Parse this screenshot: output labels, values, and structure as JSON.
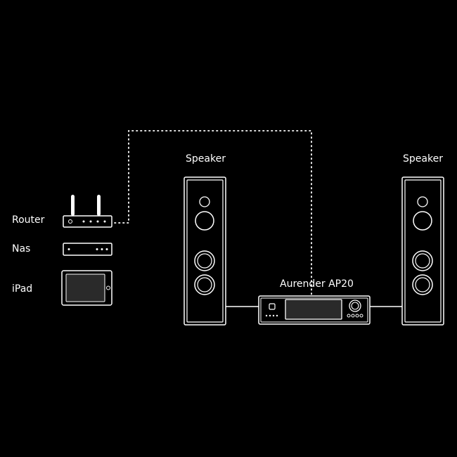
{
  "diagram": {
    "labels": {
      "speaker_left": "Speaker",
      "speaker_right": "Speaker",
      "amplifier": "Aurender AP20",
      "router": "Router",
      "nas": "Nas",
      "ipad": "iPad"
    },
    "colors": {
      "background": "#000000",
      "stroke": "#ffffff",
      "screen_fill": "#2a2a2a"
    },
    "icons": {
      "speaker": "floor-speaker-icon",
      "amplifier": "amplifier-icon",
      "router": "router-icon",
      "nas": "nas-icon",
      "ipad": "tablet-icon"
    }
  }
}
